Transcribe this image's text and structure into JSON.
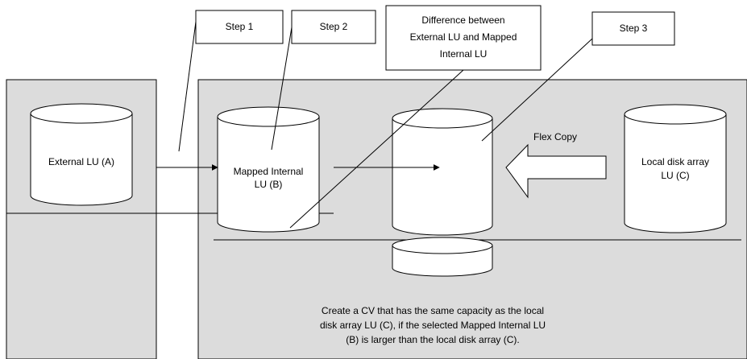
{
  "colors": {
    "panel_fill": "#dcdcdc",
    "stroke": "#000000",
    "shape_fill": "#ffffff"
  },
  "callouts": {
    "step1": "Step 1",
    "step2": "Step 2",
    "difference_line1": "Difference between",
    "difference_line2": "External LU and Mapped",
    "difference_line3": "Internal LU",
    "step3": "Step 3"
  },
  "cylinders": {
    "external_lu": "External LU (A)",
    "mapped_internal_line1": "Mapped Internal",
    "mapped_internal_line2": "LU (B)",
    "local_disk_line1": "Local disk array",
    "local_disk_line2": "LU (C)"
  },
  "flex_copy_label": "Flex Copy",
  "caption": {
    "line1": "Create a CV that has the same capacity as the local",
    "line2": "disk array LU (C),  if the selected Mapped Internal LU",
    "line3": "(B)  is larger than the local disk array (C)."
  }
}
